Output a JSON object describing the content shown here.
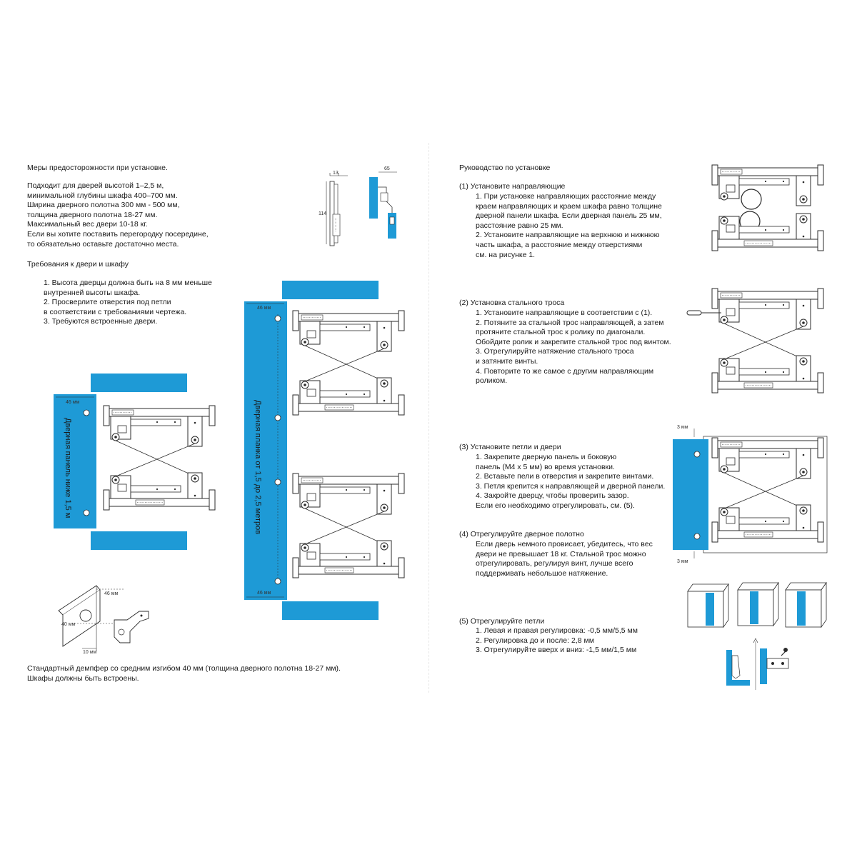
{
  "left": {
    "precautions_title": "Меры предосторожности при установке.",
    "precautions": [
      "Подходит для дверей высотой 1–2,5 м,",
      "минимальной глубины шкафа 400–700 мм.",
      "Ширина дверного полотна 300 мм - 500 мм,",
      "толщина дверного полотна 18-27 мм.",
      "Максимальный вес двери 10-18 кг.",
      "Если вы хотите поставить перегородку посередине,",
      "то обязательно оставьте достаточно места."
    ],
    "requirements_title": "Требования к двери и шкафу",
    "requirements": [
      "1. Высота дверцы должна быть на 8 мм меньше",
      "внутренней высоты шкафа.",
      "2. Просверлите отверстия под петли",
      "в соответствии с требованиями чертежа.",
      "3. Требуются встроенные двери."
    ],
    "footer": [
      "Стандартный демпфер со средним изгибом 40 мм (толщина дверного полотна 18-27 мм).",
      "Шкафы должны быть встроены."
    ],
    "small_panel_label": "Дверная панель ниже 1,5 м",
    "tall_panel_label": "Дверная планка от 1,5 до 2,5 метров",
    "dim_46": "46 мм",
    "dim_40": "40 мм",
    "dim_10": "10 мм",
    "dim_13": "13",
    "dim_114": "114",
    "dim_65": "65"
  },
  "right": {
    "guide_title": "Руководство по установке",
    "step1_title": "(1) Установите направляющие",
    "step1": [
      "1. При установке направляющих расстояние между",
      "краем направляющих и краем шкафа равно толщине",
      "дверной панели шкафа. Если дверная панель 25 мм,",
      "расстояние равно 25 мм.",
      "2. Установите направляющие на верхнюю и нижнюю",
      "часть шкафа, а расстояние между отверстиями",
      "см. на рисунке 1."
    ],
    "step2_title": "(2) Установка стального троса",
    "step2": [
      "1. Установите направляющие в соответствии с (1).",
      "2. Потяните за стальной трос направляющей, а затем",
      "протяните стальной трос к ролику по диагонали.",
      "Обойдите ролик и закрепите стальной трос под винтом.",
      "3. Отрегулируйте натяжение стального троса",
      "и затяните винты.",
      "4. Повторите то же самое с другим направляющим",
      "роликом."
    ],
    "step3_title": "(3) Установите петли и двери",
    "step3": [
      "1. Закрепите дверную панель и боковую",
      "панель (М4 x 5 мм) во время установки.",
      "2. Вставьте пели в отверстия и закрепите винтами.",
      "3. Петля крепится к направляющей и дверной панели.",
      "4. Закройте дверцу, чтобы проверить зазор.",
      "Если его необходимо отрегулировать, см. (5)."
    ],
    "step4_title": "(4) Отрегулируйте дверное полотно",
    "step4": [
      "Если дверь немного провисает, убедитесь, что вес",
      "двери не превышает 18 кг. Стальной трос можно",
      "отрегулировать, регулируя винт, лучше всего",
      "поддерживать небольшое натяжение."
    ],
    "step5_title": "(5) Отрегулируйте петли",
    "step5": [
      "1. Левая и правая регулировка: -0,5 мм/5,5 мм",
      "2. Регулировка до и после: 2,8 мм",
      "3. Отрегулируйте вверх и вниз: -1,5 мм/1,5 мм"
    ],
    "dim_3mm": "3 мм"
  },
  "colors": {
    "accent": "#1e9ad6",
    "line": "#2b2b2b"
  }
}
